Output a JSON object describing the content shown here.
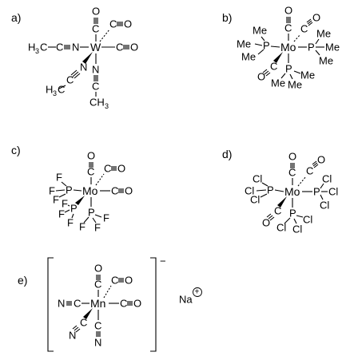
{
  "labels": {
    "a": "a)",
    "b": "b)",
    "c": "c)",
    "d": "d)",
    "e": "e)"
  },
  "atoms": {
    "O": "O",
    "C": "C",
    "N": "N",
    "P": "P",
    "H": "H",
    "Me": "Me",
    "F": "F",
    "Cl": "Cl",
    "W": "W",
    "Mo": "Mo",
    "Mn": "Mn",
    "H3C": "H",
    "H3C_sub": "3",
    "H3C_c": "C",
    "CH3_c": "CH",
    "CH3_sub": "3"
  },
  "counterion": {
    "text": "Na",
    "charge_symbol": "+",
    "complex_charge": "−"
  }
}
